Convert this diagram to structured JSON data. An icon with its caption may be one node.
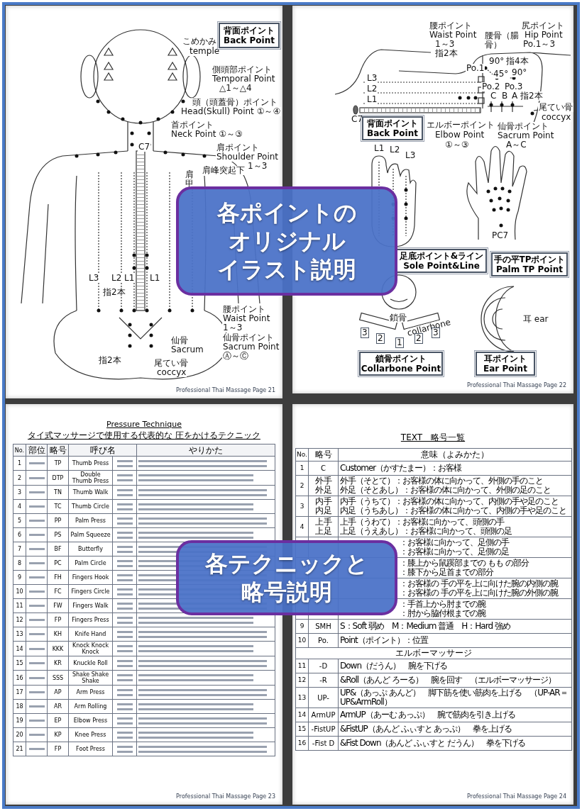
{
  "diagram": {
    "nodes": [
      {
        "text": [
          "Professional Thai Massage Page 21"
        ]
      },
      {
        "text": [
          "背面ポイント",
          "Back Point"
        ],
        "in": 0
      },
      {
        "text": [
          "Professional Thai Massage Page 22"
        ]
      },
      {
        "text": [
          "背面ポイント",
          "Back Point"
        ],
        "in": 2
      },
      {
        "text": [
          "足底ポイント&ライン",
          "Sole Point&Line"
        ],
        "in": 2
      },
      {
        "text": [
          "手の平TPポイント",
          "Palm TP Point"
        ],
        "in": 2
      },
      {
        "text": [
          "鎖骨ポイント",
          "Collarbone Point"
        ],
        "in": 2
      },
      {
        "text": [
          "耳ポイント",
          "Ear Point"
        ],
        "in": 2
      },
      {
        "text": [
          "Professional Thai Massage Page 23"
        ]
      },
      {
        "text": [
          "Professional Thai Massage Page 24"
        ]
      },
      {
        "text": [
          "各ポイントのオリジナルイラスト説明"
        ]
      },
      {
        "text": [
          "各テクニックと略号説明"
        ]
      }
    ],
    "labels": [
      "こめかみ",
      "temple",
      "側頭部ポイント",
      "Temporal Point",
      "△1～△4",
      "頭（頭蓋骨）ポイント",
      "Head(Skull) Point ①～④",
      "首ポイント",
      "Neck Point ①～③",
      "C7",
      "肩ポイント",
      "Shoulder Point",
      "1～3",
      "肩峰突起下",
      "肩",
      "甲",
      "L3",
      "L2",
      "L1",
      "L1",
      "指2本",
      "腰ポイント",
      "Waist Point",
      "1～3",
      "仙骨",
      "仙骨ポイント",
      "Sacrum",
      "Sacrum Point",
      "Ⓐ～Ⓒ",
      "指2本",
      "尾てい骨",
      "coccyx",
      "腰ポイント",
      "Waist Point",
      "1～3",
      "指2本",
      "腰骨（腸骨）",
      "尻ポイント",
      "Hip Point",
      "Po.1～3",
      "90°",
      "指4本",
      "45°",
      "90°",
      "Po.1",
      "Po.2",
      "Po.3",
      "L3",
      "L2",
      "L1",
      "C",
      "B",
      "A",
      "指2本",
      "C7",
      "尾てい骨",
      "coccyx",
      "エルボーポイント",
      "Elbow Point",
      "①～③",
      "仙骨ポイント",
      "Sacrum Point",
      "A～C",
      "L1",
      "L2",
      "L3",
      "PC7",
      "鎖骨",
      "collarbone",
      "3",
      "2",
      "1",
      "2",
      "3",
      "耳 ear",
      "Pressure Technique",
      "タイ式マッサージで使用する代表的な 圧をかけるテクニック",
      "No.",
      "部位",
      "略号",
      "呼び名",
      "やりかた",
      "1",
      "TP",
      "Thumb Press",
      "2",
      "DTP",
      "Double Thumb Press",
      "3",
      "TN",
      "Thumb Walk",
      "4",
      "TC",
      "Thumb Circle",
      "5",
      "PP",
      "Palm Press",
      "6",
      "PS",
      "Palm Squeeze",
      "7",
      "BF",
      "Butterfly",
      "8",
      "PC",
      "Palm Circle",
      "9",
      "FH",
      "Fingers Hook",
      "10",
      "FC",
      "Fingers Circle",
      "11",
      "FW",
      "Fingers Walk",
      "12",
      "FP",
      "Fingers Press",
      "13",
      "KH",
      "Knife Hand",
      "14",
      "KKK",
      "Knock Knock Knock",
      "15",
      "KR",
      "Knuckle Roll",
      "16",
      "SSS",
      "Shake Shake Shake",
      "17",
      "AP",
      "Arm Press",
      "18",
      "AR",
      "Arm Rolling",
      "19",
      "EP",
      "Elbow Press",
      "20",
      "KP",
      "Knee Press",
      "21",
      "FP",
      "Foot Press",
      "TEXT　略号一覧",
      "No.",
      "略号",
      "意味（よみかた）",
      "1",
      "C",
      "Customer（かすたまー）：お客様",
      "2",
      "外手外足",
      "外手（そとて）：お客様の体に向かって、外側の手のこと",
      "外足（そとあし）：お客様の体に向かって、外側の足のこと",
      "3",
      "内手内足",
      "内手（うちて）：お客様の体に向かって、内側の手や足のこと",
      "内足（うちあし）：お客様の体に向かって、内側の手や足のこと",
      "4",
      "上手上足",
      "上手（うわて）：お客様に向かって、頭側の手",
      "上足（うえあし）：お客様に向かって、頭側の足",
      "：お客様に向かって、足側の手",
      "：お客様に向かって、足側の足",
      "：膝上から鼠蹊部までの もも の部分",
      "：膝下から足首までの部分",
      "：お客様の 手の平を上に向けた腕の内側の腕",
      "：お客様の 手の平を上に向けた腕の外側の腕",
      "：手首上から肘までの腕",
      "：肘から脇付根までの腕",
      "9",
      "SMH",
      "S：Soft 弱め　M：Medium 普通　H：Hard 強め",
      "10",
      "Po.",
      "Point（ポイント）：位置",
      "エルボーマッサージ",
      "11",
      "-D",
      "Down（だうん）　腕を下げる",
      "12",
      "-R",
      "&Roll（あんど ろーる）　腕を回す　（エルボーマッサージ）",
      "13",
      "UP-",
      "UP&（あっぷ あんど）　脚下筋を使い筋肉を上げる　（UP-AR＝UP&ArmRoll）",
      "14",
      "ArmUP",
      "ArmUP（あーむ あっぷ）　腕で筋肉を引き上げる",
      "15",
      "-FistUP",
      "&FistUP（あんど ふぃすと あっぷ）　拳を上げる",
      "16",
      "-Fist D",
      "&Fist Down（あんど ふぃすと だうん）　拳を下げる"
    ]
  }
}
